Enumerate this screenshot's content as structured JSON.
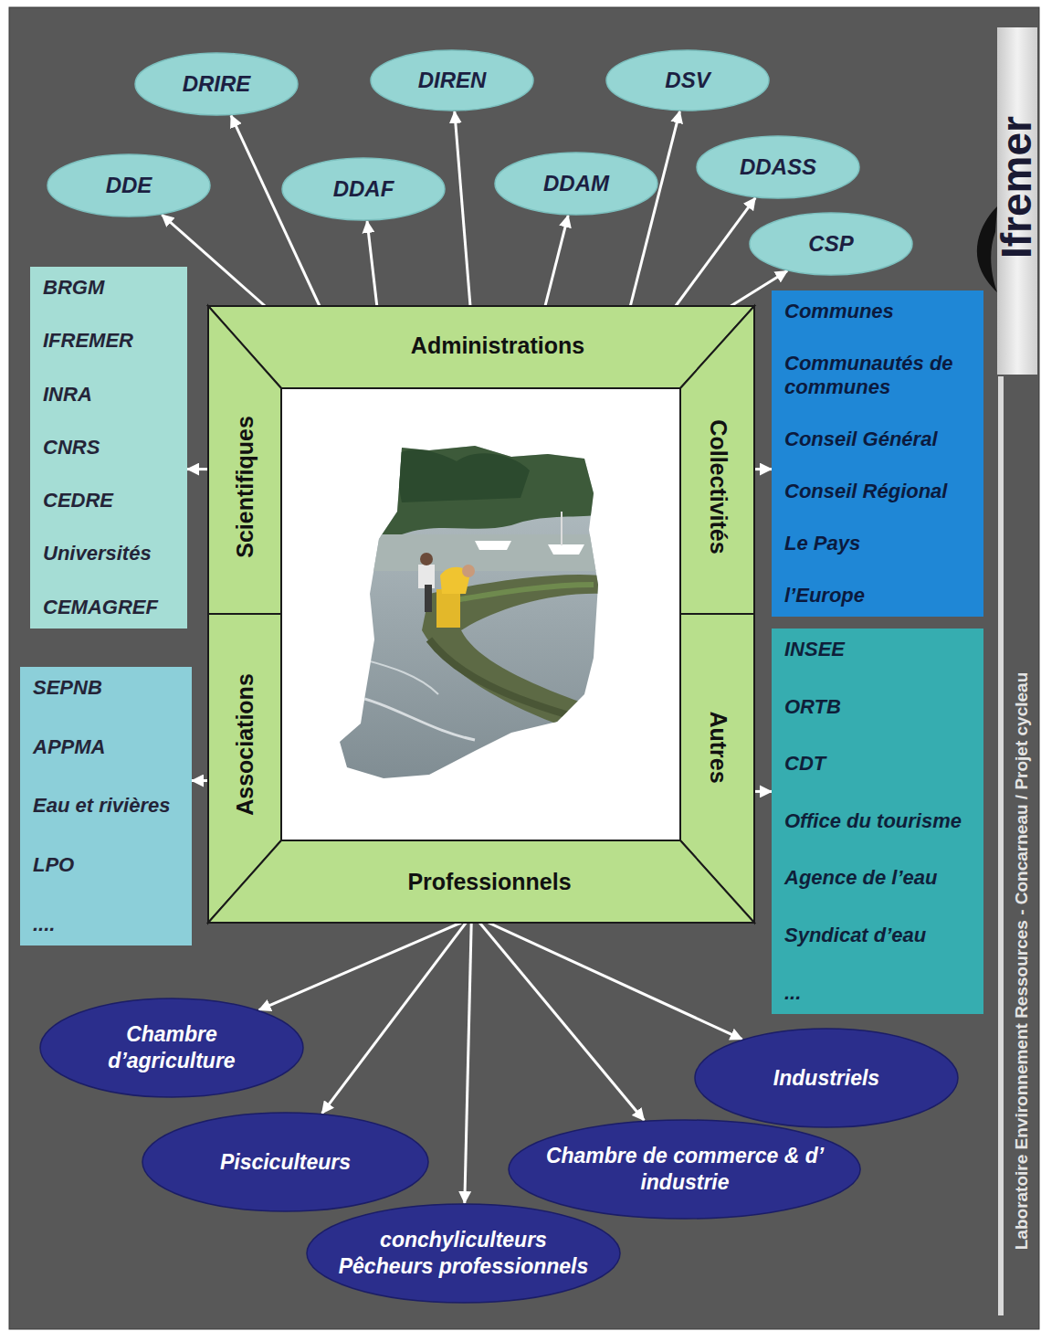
{
  "diagram": {
    "nodes": [
      {
        "text": [
          "DRIRE"
        ]
      },
      {
        "text": [
          "DIREN"
        ]
      },
      {
        "text": [
          "DSV"
        ]
      },
      {
        "text": [
          "DDE"
        ]
      },
      {
        "text": [
          "DDAF"
        ]
      },
      {
        "text": [
          "DDAM"
        ]
      },
      {
        "text": [
          "DDASS"
        ]
      },
      {
        "text": [
          "CSP"
        ]
      },
      {
        "text": [
          "BRGM",
          "IFREMER",
          "INRA",
          "CNRS",
          "CEDRE",
          "Universités",
          "CEMAGREF"
        ]
      },
      {
        "text": [
          "Communes",
          "Communautés de communes",
          "Conseil Général",
          "Conseil Régional",
          "Le Pays",
          "l’Europe"
        ]
      },
      {
        "text": [
          "Administrations"
        ]
      },
      {
        "text": [
          "Scientifiques"
        ]
      },
      {
        "text": [
          "Collectivités"
        ]
      },
      {
        "text": [
          "Associations"
        ]
      },
      {
        "text": [
          "Autres"
        ]
      },
      {
        "text": [
          "Professionnels"
        ]
      },
      {
        "text": [
          "SEPNB",
          "APPMA",
          "Eau et rivières",
          "LPO",
          "...."
        ]
      },
      {
        "text": [
          "INSEE",
          "ORTB",
          "CDT",
          "Office du tourisme",
          "Agence de l’eau",
          "Syndicat d’eau",
          "..."
        ]
      },
      {
        "text": [
          "Chambre d’agriculture"
        ]
      },
      {
        "text": [
          "Industriels"
        ]
      },
      {
        "text": [
          "Pisciculteurs"
        ]
      },
      {
        "text": [
          "Chambre de commerce & d’ industrie"
        ]
      },
      {
        "text": [
          "conchyliculteurs",
          "Pêcheurs professionnels"
        ]
      }
    ],
    "edges": [
      {
        "from": 10,
        "to": 0,
        "arrow": "to"
      },
      {
        "from": 10,
        "to": 1,
        "arrow": "to"
      },
      {
        "from": 10,
        "to": 2,
        "arrow": "to"
      },
      {
        "from": 10,
        "to": 3,
        "arrow": "to"
      },
      {
        "from": 10,
        "to": 4,
        "arrow": "to"
      },
      {
        "from": 10,
        "to": 5,
        "arrow": "to"
      },
      {
        "from": 10,
        "to": 6,
        "arrow": "to"
      },
      {
        "from": 10,
        "to": 7,
        "arrow": "to"
      },
      {
        "from": 11,
        "to": 8,
        "arrow": "to"
      },
      {
        "from": 12,
        "to": 9,
        "arrow": "to"
      },
      {
        "from": 13,
        "to": 16,
        "arrow": "to"
      },
      {
        "from": 14,
        "to": 17,
        "arrow": "to"
      },
      {
        "from": 15,
        "to": 18,
        "arrow": "to"
      },
      {
        "from": 15,
        "to": 20,
        "arrow": "to"
      },
      {
        "from": 15,
        "to": 22,
        "arrow": "to"
      },
      {
        "from": 15,
        "to": 21,
        "arrow": "to"
      },
      {
        "from": 15,
        "to": 19,
        "arrow": "to"
      }
    ],
    "labels": [
      "Ifremer",
      "Laboratoire Environnement Ressources - Concarneau / Projet cycleau"
    ]
  }
}
